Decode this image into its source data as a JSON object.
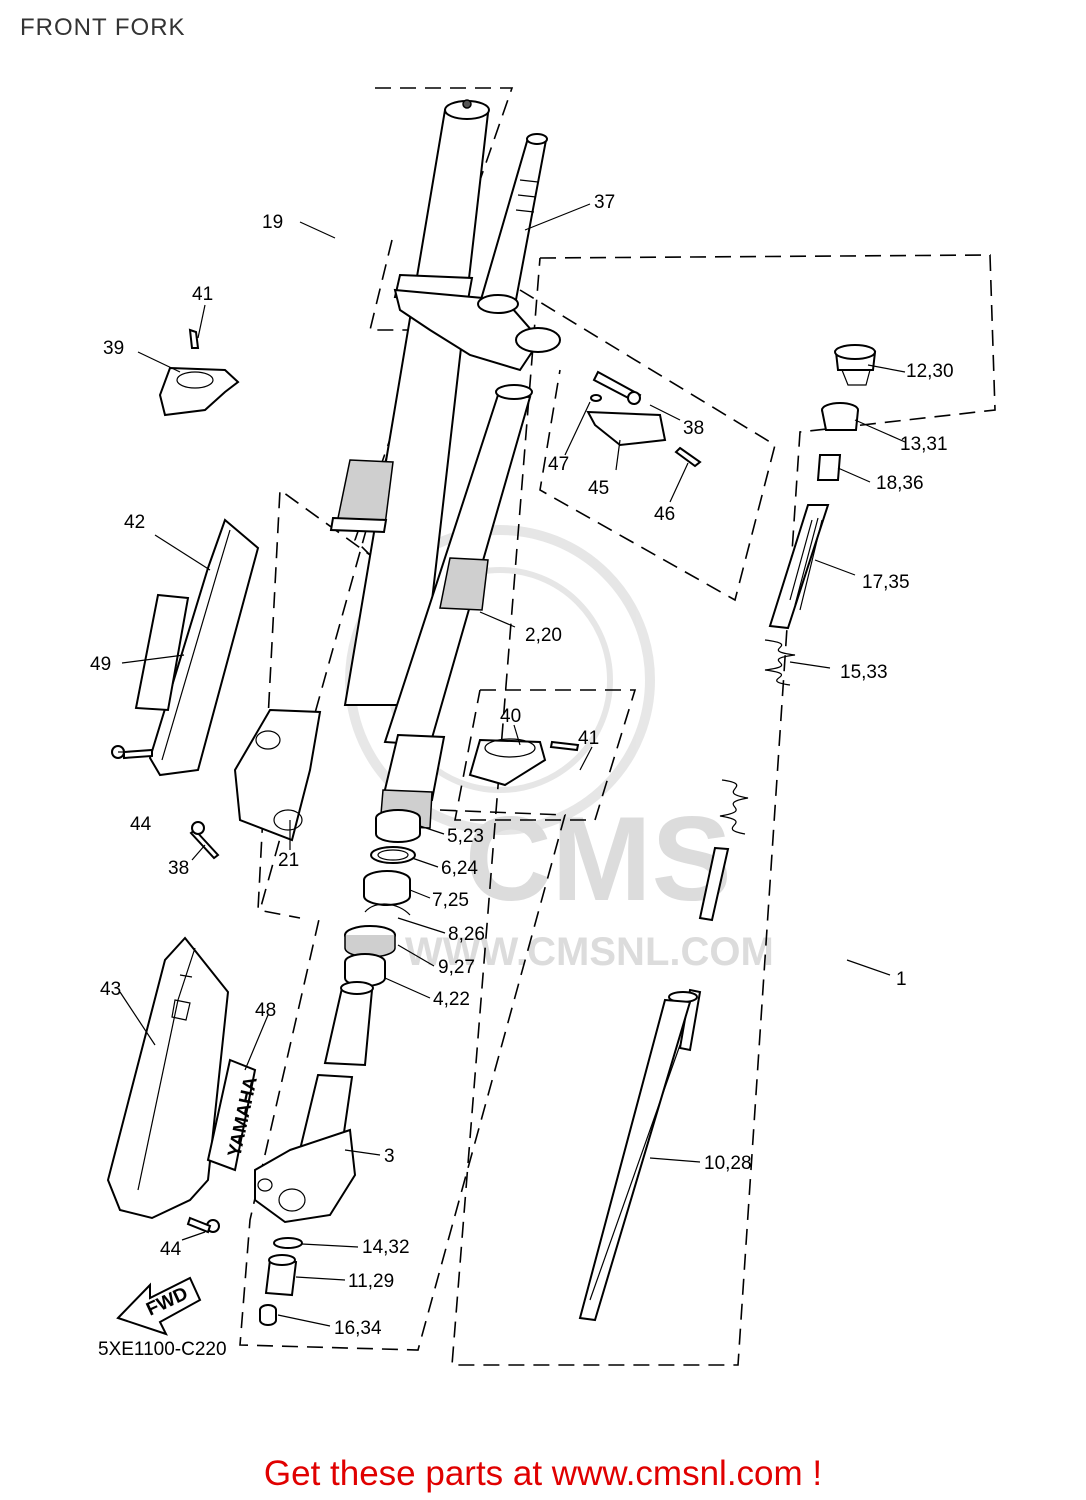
{
  "page": {
    "title": "FRONT FORK",
    "footer": "Get these parts at www.cmsnl.com !"
  },
  "diagram": {
    "code": "5XE1100-C220",
    "watermark": {
      "logo": "CMS",
      "url": "WWW.CMSNL.COM"
    },
    "decals": {
      "brand": "YAMAHA",
      "arrow": "FWD"
    },
    "callouts": [
      "19",
      "37",
      "41",
      "39",
      "12,30",
      "38",
      "47",
      "45",
      "46",
      "13,31",
      "18,36",
      "42",
      "17,35",
      "2,20",
      "49",
      "15,33",
      "40",
      "41",
      "44",
      "21",
      "5,23",
      "6,24",
      "38",
      "7,25",
      "8,26",
      "9,27",
      "1",
      "43",
      "4,22",
      "48",
      "3",
      "10,28",
      "44",
      "14,32",
      "11,29",
      "16,34"
    ]
  }
}
